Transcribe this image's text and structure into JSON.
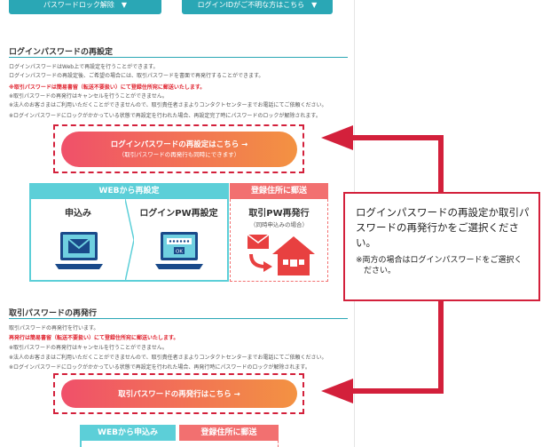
{
  "top_nav": {
    "left_button": "パスワードロック解除　▼",
    "right_button": "ログインIDがご不明な方はこちら　▼"
  },
  "section1": {
    "title": "ログインパスワードの再設定",
    "lines": [
      "ログインパスワードはWeb上で再設定を行うことができます。",
      "ログインパスワードの再設定後、ご希望の場合には、取引パスワードを書面で再発行することができます。",
      "※取引パスワードは簡易書留（転送不要扱い）にて登録住所宛に郵送いたします。",
      "※取引パスワードの再発行はキャンセルを行うことができません。",
      "※法人のお客さまはご利用いただくことができませんので、取引責任者さまよりコンタクトセンターまでお電話にてご依頼ください。",
      "※ログインパスワードにロックがかかっている状態で再設定を行われた場合、再設定完了時にパスワードのロックが解除されます。"
    ],
    "cta_main": "ログインパスワードの再設定はこちら →",
    "cta_sub": "（取引パスワードの再発行も同時にできます）"
  },
  "flow1": {
    "web_header": "WEBから再設定",
    "mail_header": "登録住所に郵送",
    "step1": "申込み",
    "step2": "ログインPW再設定",
    "step3": "取引PW再発行",
    "step3_sub": "（同時申込みの場合）",
    "ok_label": "OK"
  },
  "callout": {
    "main": "ログインパスワードの再設定か取引パスワードの再発行かをご選択ください。",
    "note": "※両方の場合はログインパスワードをご選択ください。"
  },
  "section2": {
    "title": "取引パスワードの再発行",
    "lines": [
      "取引パスワードの再発行を行います。",
      "再発行は簡易書留（転送不要扱い）にて登録住所宛に郵送いたします。",
      "※取引パスワードの再発行はキャンセルを行うことができません。",
      "※法人のお客さまはご利用いただくことができませんので、取引責任者さまよりコンタクトセンターまでお電話にてご依頼ください。",
      "※ログインパスワードにロックがかかっている状態で再設定を行われた場合、再発行時にパスワードのロックが解除されます。"
    ],
    "cta_main": "取引パスワードの再発行はこちら →"
  },
  "flow2": {
    "web_header": "WEBから申込み",
    "mail_header": "登録住所に郵送"
  },
  "colors": {
    "accent_teal": "#2aa7b5",
    "flow_teal": "#5ccfd8",
    "flow_pink": "#f27070",
    "highlight_red": "#d3203b",
    "cta_gradient_start": "#f0506a",
    "cta_gradient_end": "#f39242"
  }
}
